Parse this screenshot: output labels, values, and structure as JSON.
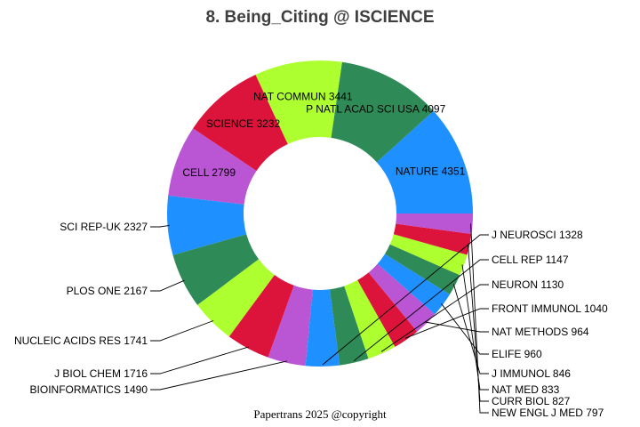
{
  "title": "8. Being_Citing @ ISCIENCE",
  "footer": "Papertrans 2025 @copyright",
  "chart_data": {
    "type": "pie",
    "donut": true,
    "start": "3 o'clock, counter-clockwise",
    "slices": [
      {
        "label": "NATURE",
        "value": 4351,
        "color": "#1e90ff"
      },
      {
        "label": "P NATL ACAD SCI USA",
        "value": 4097,
        "color": "#2e8b57"
      },
      {
        "label": "NAT COMMUN",
        "value": 3441,
        "color": "#adff2f"
      },
      {
        "label": "SCIENCE",
        "value": 3232,
        "color": "#dc143c"
      },
      {
        "label": "CELL",
        "value": 2799,
        "color": "#ba55d3"
      },
      {
        "label": "SCI REP-UK",
        "value": 2327,
        "color": "#1e90ff"
      },
      {
        "label": "PLOS ONE",
        "value": 2167,
        "color": "#2e8b57"
      },
      {
        "label": "NUCLEIC ACIDS RES",
        "value": 1741,
        "color": "#adff2f"
      },
      {
        "label": "J BIOL CHEM",
        "value": 1716,
        "color": "#dc143c"
      },
      {
        "label": "BIOINFORMATICS",
        "value": 1490,
        "color": "#ba55d3"
      },
      {
        "label": "J NEUROSCI",
        "value": 1328,
        "color": "#1e90ff"
      },
      {
        "label": "CELL REP",
        "value": 1147,
        "color": "#2e8b57"
      },
      {
        "label": "NEURON",
        "value": 1130,
        "color": "#adff2f"
      },
      {
        "label": "FRONT IMMUNOL",
        "value": 1040,
        "color": "#dc143c"
      },
      {
        "label": "NAT METHODS",
        "value": 964,
        "color": "#ba55d3"
      },
      {
        "label": "ELIFE",
        "value": 960,
        "color": "#1e90ff"
      },
      {
        "label": "J IMMUNOL",
        "value": 846,
        "color": "#2e8b57"
      },
      {
        "label": "NAT MED",
        "value": 833,
        "color": "#adff2f"
      },
      {
        "label": "CURR BIOL",
        "value": 827,
        "color": "#dc143c"
      },
      {
        "label": "NEW ENGL J MED",
        "value": 797,
        "color": "#ba55d3"
      }
    ]
  }
}
